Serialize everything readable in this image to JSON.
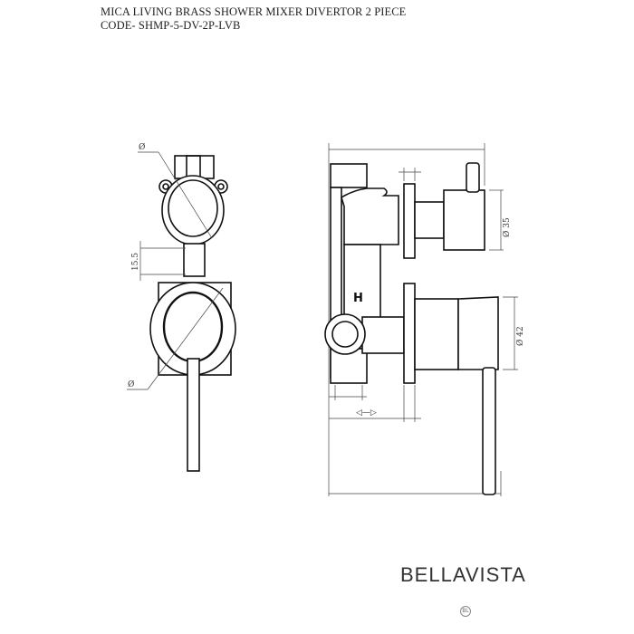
{
  "header": {
    "title": "MICA LIVING BRASS SHOWER MIXER DIVERTOR 2 PIECE",
    "code": "CODE- SHMP-5-DV-2P-LVB"
  },
  "drawing": {
    "front_view": {
      "top_diameter_label": "Ø",
      "bottom_diameter_label": "Ø",
      "spacing_label": "15.5"
    },
    "side_view": {
      "hot_marker": "H",
      "top_handle_diameter": "Ø 35",
      "bottom_handle_diameter": "Ø 42",
      "adjustment_arrow": "◁—▷"
    }
  },
  "footer": {
    "brand": "BELLAVISTA",
    "badge": "BL"
  }
}
